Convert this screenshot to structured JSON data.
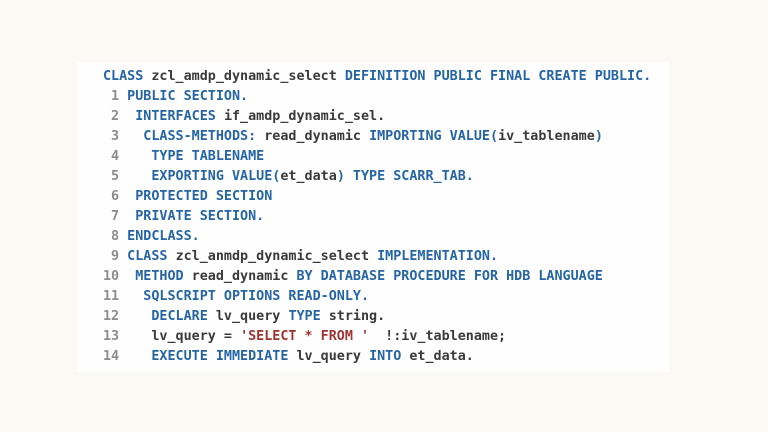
{
  "page": {
    "background_color": "#faf9f3",
    "card_background_color": "#fefefe"
  },
  "colors": {
    "keyword": "#2565a5",
    "identifier": "#3a3a3a",
    "string": "#9e3432",
    "line_number": "#8c8c8c"
  },
  "code": {
    "language": "abap",
    "lines": [
      {
        "number": "",
        "segments": [
          {
            "type": "keyword",
            "text": "CLASS "
          },
          {
            "type": "identifier",
            "text": "zcl_amdp_dynamic_select "
          },
          {
            "type": "keyword",
            "text": "DEFINITION PUBLIC FINAL CREATE PUBLIC."
          }
        ]
      },
      {
        "number": "1",
        "segments": [
          {
            "type": "keyword",
            "text": " PUBLIC SECTION."
          }
        ]
      },
      {
        "number": "2",
        "segments": [
          {
            "type": "keyword",
            "text": "  INTERFACES "
          },
          {
            "type": "identifier",
            "text": "if_amdp_dynamic_sel."
          }
        ]
      },
      {
        "number": "3",
        "segments": [
          {
            "type": "keyword",
            "text": "   CLASS-METHODS: "
          },
          {
            "type": "identifier",
            "text": "read_dynamic "
          },
          {
            "type": "keyword",
            "text": "IMPORTING VALUE("
          },
          {
            "type": "identifier",
            "text": "iv_tablename"
          },
          {
            "type": "keyword",
            "text": ")"
          }
        ]
      },
      {
        "number": "4",
        "segments": [
          {
            "type": "keyword",
            "text": "    TYPE TABLENAME"
          }
        ]
      },
      {
        "number": "5",
        "segments": [
          {
            "type": "keyword",
            "text": "    EXPORTING VALUE("
          },
          {
            "type": "identifier",
            "text": "et_data"
          },
          {
            "type": "keyword",
            "text": ") TYPE SCARR_TAB."
          }
        ]
      },
      {
        "number": "6",
        "segments": [
          {
            "type": "keyword",
            "text": "  PROTECTED SECTION"
          }
        ]
      },
      {
        "number": "7",
        "segments": [
          {
            "type": "keyword",
            "text": "  PRIVATE SECTION."
          }
        ]
      },
      {
        "number": "8",
        "segments": [
          {
            "type": "keyword",
            "text": " ENDCLASS."
          }
        ]
      },
      {
        "number": "9",
        "segments": [
          {
            "type": "keyword",
            "text": " CLASS "
          },
          {
            "type": "identifier",
            "text": "zcl_anmdp_dynamic_select "
          },
          {
            "type": "keyword",
            "text": "IMPLEMENTATION."
          }
        ]
      },
      {
        "number": "10",
        "segments": [
          {
            "type": "keyword",
            "text": "  METHOD "
          },
          {
            "type": "identifier",
            "text": "read_dynamic "
          },
          {
            "type": "keyword",
            "text": "BY DATABASE PROCEDURE FOR HDB LANGUAGE"
          }
        ]
      },
      {
        "number": "11",
        "segments": [
          {
            "type": "keyword",
            "text": "   SQLSCRIPT OPTIONS READ-ONLY."
          }
        ]
      },
      {
        "number": "12",
        "segments": [
          {
            "type": "keyword",
            "text": "    DECLARE "
          },
          {
            "type": "identifier",
            "text": "lv_query "
          },
          {
            "type": "keyword",
            "text": "TYPE "
          },
          {
            "type": "identifier",
            "text": "string."
          }
        ]
      },
      {
        "number": "13",
        "segments": [
          {
            "type": "identifier",
            "text": "    lv_query = "
          },
          {
            "type": "string",
            "text": "'SELECT * FROM '"
          },
          {
            "type": "identifier",
            "text": "  !:iv_tablename;"
          }
        ]
      },
      {
        "number": "14",
        "segments": [
          {
            "type": "keyword",
            "text": "    EXECUTE IMMEDIATE "
          },
          {
            "type": "identifier",
            "text": "lv_query "
          },
          {
            "type": "keyword",
            "text": "INTO "
          },
          {
            "type": "identifier",
            "text": "et_data."
          }
        ]
      }
    ]
  }
}
